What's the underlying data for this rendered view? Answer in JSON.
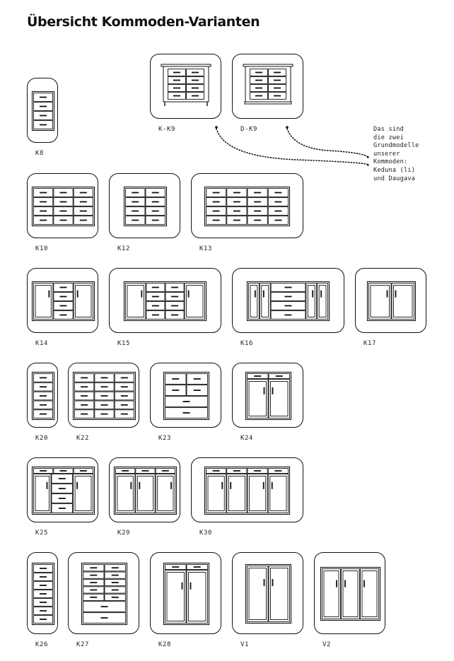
{
  "title": "Übersicht Kommoden-Varianten",
  "note": {
    "lines": [
      "Das sind",
      "die zwei",
      "Grundmodelle",
      "unserer",
      "Kommoden:",
      "Keduna (li)",
      "und Daugava"
    ]
  },
  "variants": [
    {
      "id": "K-K9",
      "label": "K-K9",
      "layout": [
        "dresser_kk9"
      ]
    },
    {
      "id": "D-K9",
      "label": "D-K9",
      "layout": [
        "dresser_dk9"
      ]
    },
    {
      "id": "K8",
      "label": "K8",
      "layout": [
        "drawers4"
      ]
    },
    {
      "id": "K10",
      "label": "K10",
      "layout": [
        "drawers4",
        "drawers4",
        "drawers4"
      ]
    },
    {
      "id": "K12",
      "label": "K12",
      "layout": [
        "drawers4",
        "drawers4"
      ]
    },
    {
      "id": "K13",
      "label": "K13",
      "layout": [
        "drawers4",
        "drawers4",
        "drawers4",
        "drawers4"
      ]
    },
    {
      "id": "K14",
      "label": "K14",
      "layout": [
        "door-left",
        "drawers4",
        "door-right"
      ]
    },
    {
      "id": "K15",
      "label": "K15",
      "layout": [
        "door-left",
        "drawers4",
        "drawers4",
        "door-right"
      ]
    },
    {
      "id": "K16",
      "label": "K16",
      "layout": [
        "door-left",
        "door-right",
        "drawers4",
        "door-left",
        "door-right"
      ]
    },
    {
      "id": "K17",
      "label": "K17",
      "layout": [
        "door-left",
        "door-right"
      ]
    },
    {
      "id": "K20",
      "label": "K20",
      "layout": [
        "drawers5"
      ]
    },
    {
      "id": "K22",
      "label": "K22",
      "layout": [
        "drawers5",
        "drawers5",
        "drawers5"
      ]
    },
    {
      "id": "K23",
      "label": "K23",
      "layout": [
        "drawers5",
        "drawers5"
      ]
    },
    {
      "id": "K24",
      "label": "K24",
      "layout": [
        "topdrawer",
        "door-left",
        "door-right"
      ]
    },
    {
      "id": "K25",
      "label": "K25",
      "layout": [
        "topdrawer",
        "door-left",
        "drawers4",
        "door-right"
      ]
    },
    {
      "id": "K29",
      "label": "K29",
      "layout": [
        "topdrawer",
        "door-left",
        "door-right",
        "door-left"
      ]
    },
    {
      "id": "K30",
      "label": "K30",
      "layout": [
        "topdrawer",
        "door-left",
        "door-right",
        "door-left",
        "door-right"
      ]
    },
    {
      "id": "K26",
      "label": "K26",
      "layout": [
        "drawers7"
      ]
    },
    {
      "id": "K27",
      "label": "K27",
      "layout": [
        "drawers7",
        "drawers7"
      ]
    },
    {
      "id": "K28",
      "label": "K28",
      "layout": [
        "topdrawer",
        "door-left",
        "door-right"
      ]
    },
    {
      "id": "V1",
      "label": "V1",
      "layout": [
        "door-left",
        "door-right"
      ]
    },
    {
      "id": "V2",
      "label": "V2",
      "layout": [
        "door-left",
        "door-right",
        "door-right"
      ]
    }
  ]
}
